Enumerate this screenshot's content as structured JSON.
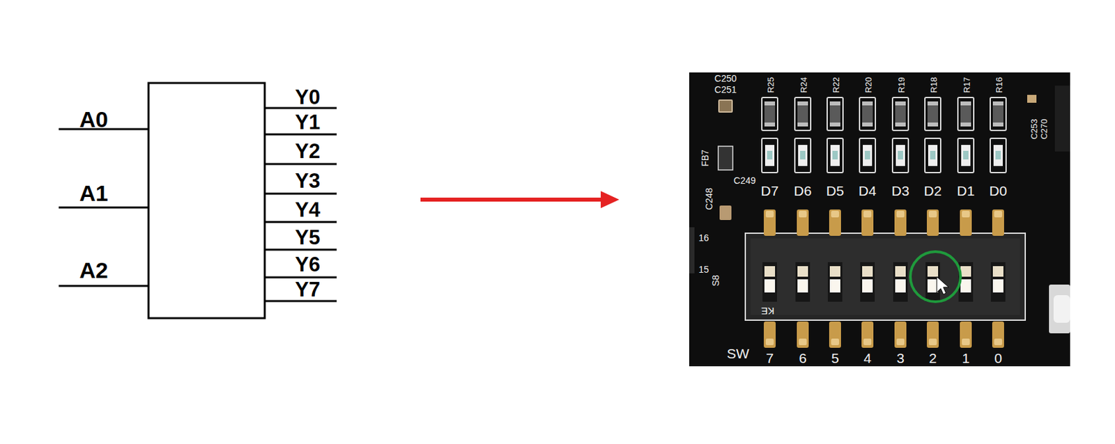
{
  "diagram": {
    "labels": [
      "A0",
      "A1",
      "A2",
      "Y0",
      "Y1",
      "Y2",
      "Y3",
      "Y4",
      "Y5",
      "Y6",
      "Y7",
      "C250",
      "C251",
      "R25",
      "R24",
      "R22",
      "R20",
      "R19",
      "R18",
      "R17",
      "R16",
      "FB7",
      "C249",
      "C248",
      "D7",
      "D6",
      "D5",
      "D4",
      "D3",
      "D2",
      "D1",
      "D0",
      "16",
      "15",
      "S8",
      "KE",
      "SW",
      "7",
      "6",
      "5",
      "4",
      "3",
      "2",
      "1",
      "0",
      "C253",
      "C270"
    ]
  }
}
